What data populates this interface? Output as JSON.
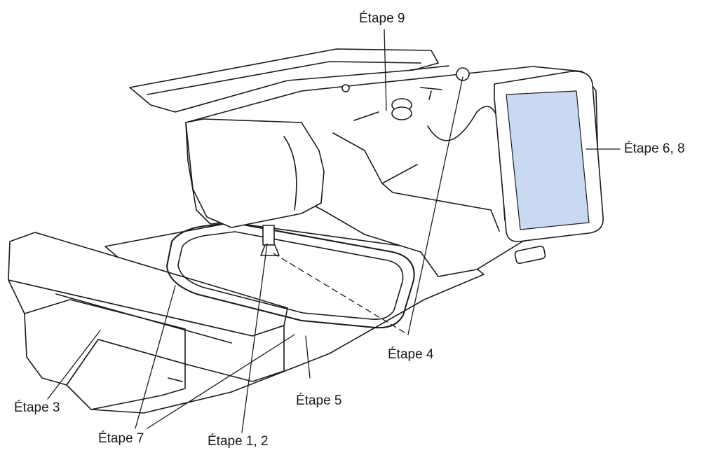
{
  "labels": {
    "step9": "Étape 9",
    "step68": "Étape 6, 8",
    "step4": "Étape 4",
    "step5": "Étape 5",
    "step3": "Étape 3",
    "step7": "Étape 7",
    "step12": "Étape 1, 2"
  },
  "colors": {
    "outline": "#1a1a1a",
    "screen_fill": "#c9d9f2",
    "machine_fill": "#ffffff"
  }
}
